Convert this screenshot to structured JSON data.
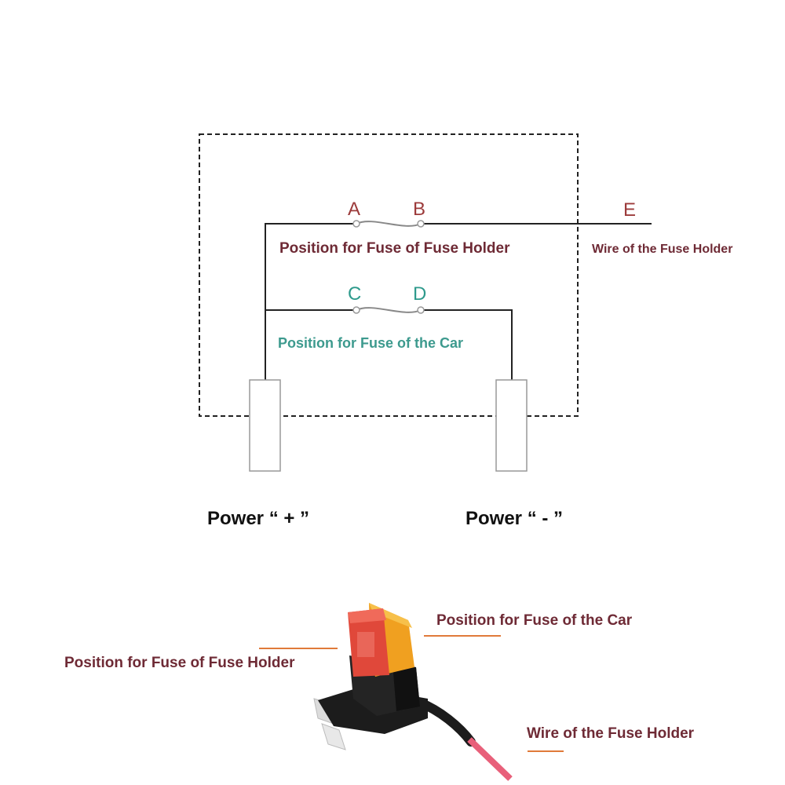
{
  "diagram": {
    "terminals": {
      "a": "A",
      "b": "B",
      "c": "C",
      "d": "D",
      "e": "E"
    },
    "labels": {
      "fuse_holder_position": "Position for Fuse of Fuse Holder",
      "car_fuse_position": "Position for Fuse of the Car",
      "wire_label": "Wire of the Fuse Holder"
    },
    "power": {
      "positive": "Power “ + ”",
      "negative": "Power “ - ”"
    }
  },
  "photo": {
    "car_fuse_label": "Position for Fuse of the Car",
    "holder_fuse_label": "Position for Fuse of Fuse Holder",
    "wire_label": "Wire of the Fuse Holder"
  },
  "colors": {
    "maroon_text": "#6e2a35",
    "teal_text": "#3d9a8e",
    "leader_line": "#e07a3a",
    "red_fuse": "#e0483a",
    "orange_fuse": "#f0a020",
    "holder_body": "#1c1c1c"
  }
}
